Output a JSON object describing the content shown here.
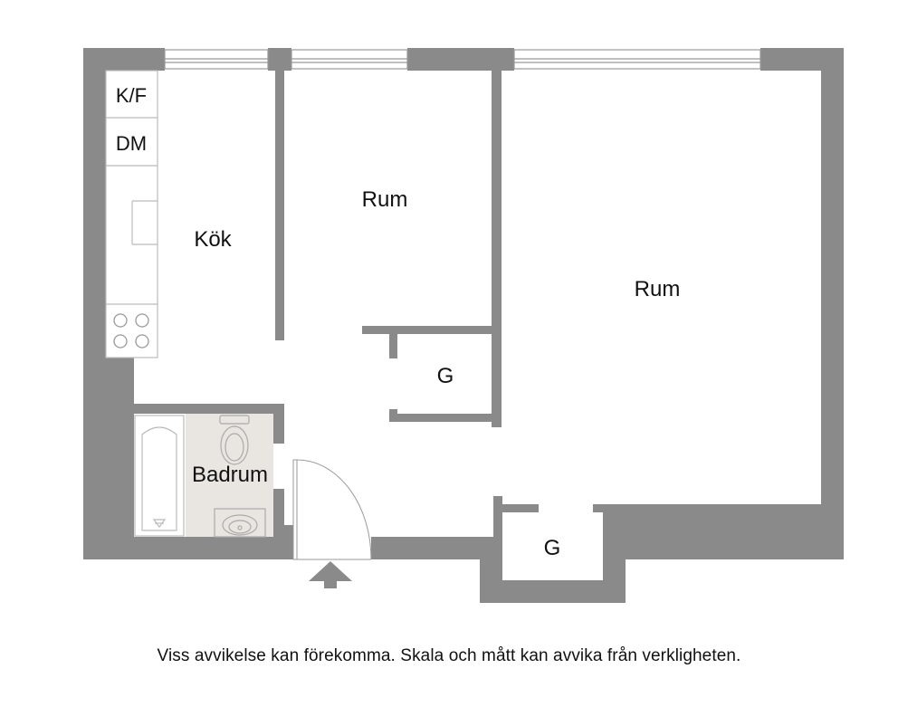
{
  "rooms": {
    "kok": "Kök",
    "rum_small": "Rum",
    "rum_large": "Rum",
    "badrum": "Badrum",
    "closet_upper": "G",
    "closet_lower": "G"
  },
  "fixtures": {
    "fridge_freezer": "K/F",
    "dishwasher": "DM"
  },
  "disclaimer": "Viss avvikelse kan förekomma. Skala och mått kan avvika från verkligheten.",
  "colors": {
    "wall": "#8a8a8a",
    "window_frame": "#999999",
    "bathroom_floor": "#e9e6e1",
    "fixture_line": "#bbbbbb",
    "text": "#111111"
  },
  "icons": {
    "entrance": "entrance-arrow-icon",
    "stove": "stove-icon",
    "toilet": "toilet-icon",
    "sink": "sink-icon",
    "bathtub": "bathtub-icon"
  }
}
